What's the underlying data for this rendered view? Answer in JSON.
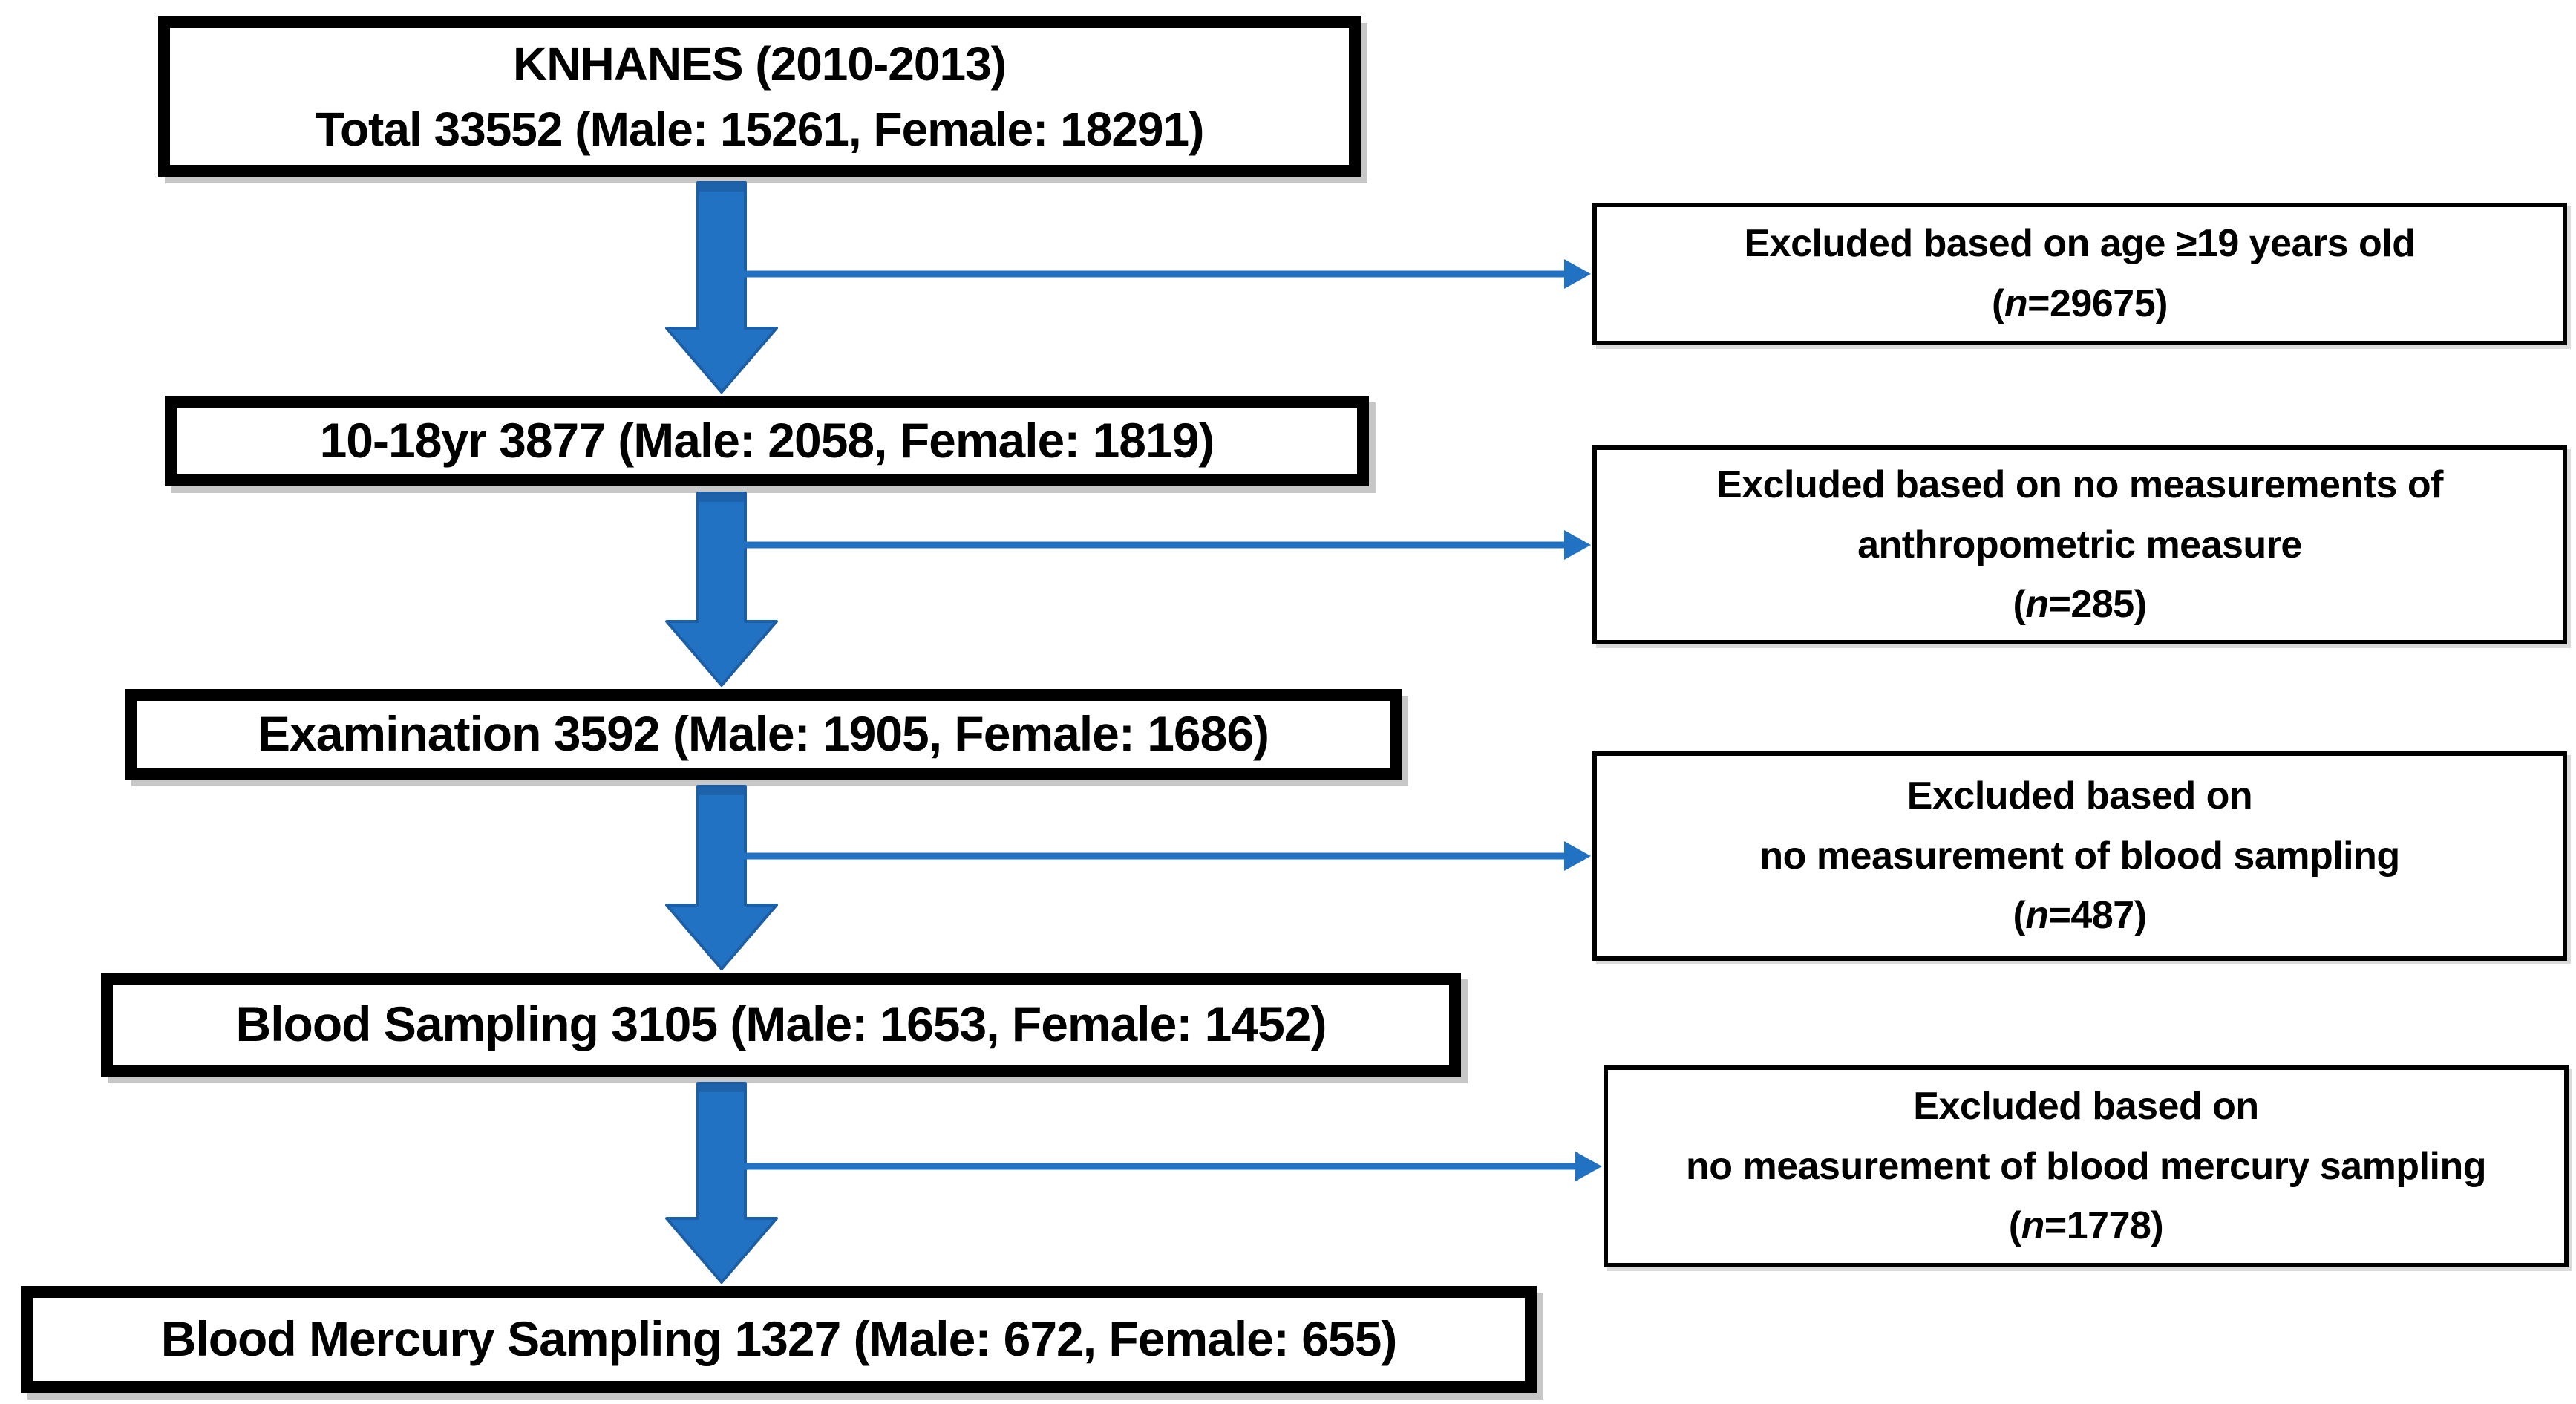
{
  "figure": {
    "type": "participant-selection-flowchart",
    "study": "KNHANES (2010-2013)"
  },
  "colors": {
    "arrow_blue": "#2272C3",
    "arrow_blue_dark": "#1D5FA6",
    "box_border": "#000000",
    "text": "#000000",
    "background": "#FFFFFF"
  },
  "steps": [
    {
      "line1": "KNHANES (2010-2013)",
      "line2": "Total 33552 (Male: 15261, Female: 18291)"
    },
    {
      "line1": "10-18yr 3877 (Male: 2058, Female: 1819)"
    },
    {
      "line1": "Examination 3592 (Male: 1905, Female: 1686)"
    },
    {
      "line1": "Blood Sampling 3105 (Male: 1653, Female: 1452)"
    },
    {
      "line1": "Blood Mercury Sampling 1327 (Male: 672, Female: 655)"
    }
  ],
  "exclusions": [
    {
      "line1": "Excluded based on age ≥19 years old",
      "count_open": "(",
      "count_var": "n",
      "count_rest": "=29675)"
    },
    {
      "line1": "Excluded based on no measurements of",
      "line2": "anthropometric measure",
      "count_open": "(",
      "count_var": "n",
      "count_rest": "=285)"
    },
    {
      "line1": "Excluded based on",
      "line2": "no measurement of blood sampling",
      "count_open": "(",
      "count_var": "n",
      "count_rest": "=487)"
    },
    {
      "line1": "Excluded based on",
      "line2": "no measurement of blood mercury sampling",
      "count_open": "(",
      "count_var": "n",
      "count_rest": "=1778)"
    }
  ]
}
